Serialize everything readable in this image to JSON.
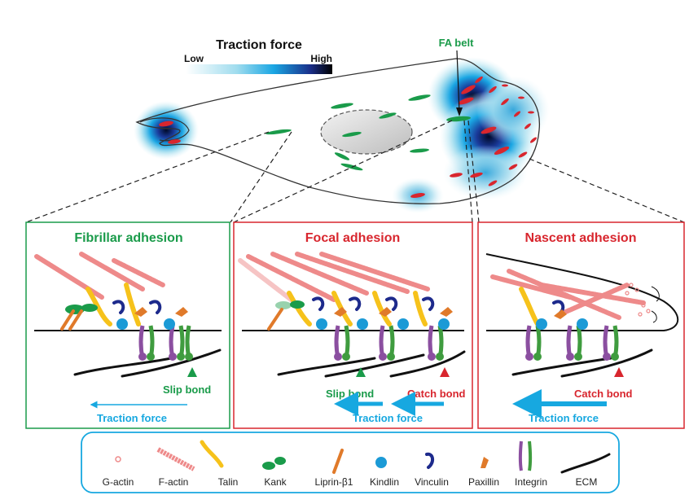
{
  "scale": {
    "title": "Traction force",
    "low": "Low",
    "high": "High"
  },
  "fa_belt_label": "FA belt",
  "panels": [
    {
      "title": "Fibrillar adhesion",
      "color": "#1a9b4a",
      "bond": "Slip bond",
      "force": "Traction force"
    },
    {
      "title": "Focal adhesion",
      "color": "#d8262e",
      "bond_slip": "Slip bond",
      "bond_catch": "Catch bond",
      "force": "Traction force"
    },
    {
      "title": "Nascent adhesion",
      "color": "#d8262e",
      "bond": "Catch bond",
      "force": "Traction force"
    }
  ],
  "legend": {
    "items": [
      "G-actin",
      "F-actin",
      "Talin",
      "Kank",
      "Liprin-β1",
      "Kindlin",
      "Vinculin",
      "Paxillin",
      "Integrin",
      "ECM"
    ]
  },
  "colors": {
    "green": "#1a9b4a",
    "red": "#d8262e",
    "blue": "#17a8e0",
    "talin": "#f6c21b",
    "kindlin": "#1b9ad6",
    "vinculin": "#1d2a8c",
    "paxillin": "#e07a2a",
    "integrin_purple": "#8b4fa0",
    "integrin_green": "#3f9c3f",
    "actin": "#ee8a8a"
  }
}
